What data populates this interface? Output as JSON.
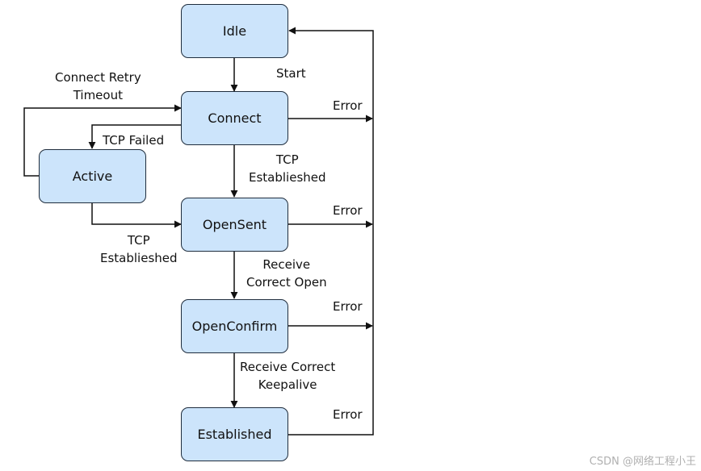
{
  "states": {
    "idle": "Idle",
    "connect": "Connect",
    "active": "Active",
    "opensent": "OpenSent",
    "openconfirm": "OpenConfirm",
    "established": "Established"
  },
  "transitions": {
    "start": "Start",
    "retry_line1": "Connect Retry",
    "retry_line2": "Timeout",
    "tcp_failed": "TCP Failed",
    "tcp_est_connect_line1": "TCP",
    "tcp_est_connect_line2": "Establieshed",
    "tcp_est_active_line1": "TCP",
    "tcp_est_active_line2": "Establieshed",
    "receive_open_line1": "Receive",
    "receive_open_line2": "Correct Open",
    "receive_keepalive_line1": "Receive Correct",
    "receive_keepalive_line2": "Keepalive",
    "error_connect": "Error",
    "error_opensent": "Error",
    "error_openconfirm": "Error",
    "error_established": "Error"
  },
  "watermark": "CSDN @网络工程小王",
  "colors": {
    "state_fill": "#cce4fb",
    "state_border": "#1f2d3d",
    "line": "#111111"
  }
}
